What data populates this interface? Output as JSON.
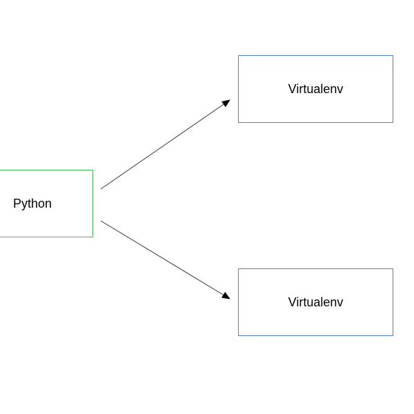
{
  "nodes": {
    "python": {
      "label": "Python",
      "border_color": "#3cc04a"
    },
    "venv_top": {
      "label": "Virtualenv",
      "border_color": "#4a7fd6"
    },
    "venv_bottom": {
      "label": "Virtualenv",
      "border_color": "#4a7fd6"
    }
  },
  "edges": [
    {
      "from": "Python",
      "to": "Virtualenv (top)"
    },
    {
      "from": "Python",
      "to": "Virtualenv (bottom)"
    }
  ],
  "colors": {
    "edge": "#333333",
    "background": "#ffffff"
  }
}
